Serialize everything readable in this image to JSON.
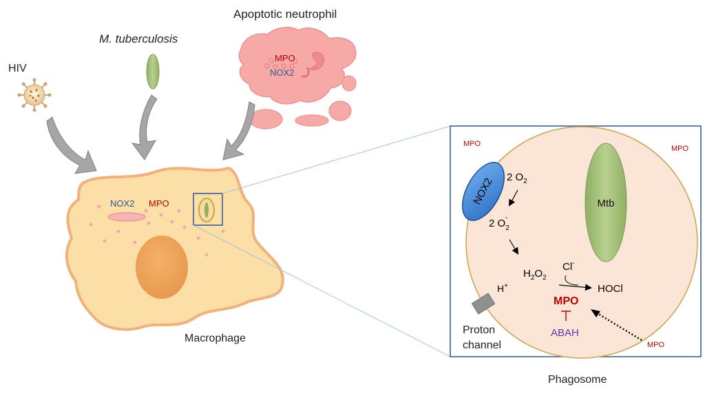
{
  "sources": {
    "hiv": "HIV",
    "mtb": "M. tuberculosis",
    "neutrophil": "Apoptotic neutrophil"
  },
  "neutrophil": {
    "mpo": "MPO",
    "nox2": "NOX2"
  },
  "macrophage": {
    "label": "Macrophage",
    "nox2": "NOX2",
    "mpo": "MPO"
  },
  "phagosome": {
    "label": "Phagosome",
    "mpo_outside_top_left": "MPO",
    "mpo_outside_top_right": "MPO",
    "mpo_outside_bottom": "MPO",
    "nox2": "NOX2",
    "mtb": "Mtb",
    "o2_coef": "2 O",
    "o2_sub": "2",
    "superoxide_coef": "2 O",
    "superoxide_sub": "2",
    "superoxide_sup": "-",
    "h2o2_h": "H",
    "h2o2_sub1": "2",
    "h2o2_o": "O",
    "h2o2_sub2": "2",
    "cl": "Cl",
    "cl_sup": "-",
    "hocl": "HOCl",
    "h_plus": "H",
    "h_plus_sup": "+",
    "mpo_enzyme": "MPO",
    "abah": "ABAH",
    "proton_line1": "Proton",
    "proton_line2": "channel"
  },
  "colors": {
    "mpo_red": "#c00000",
    "nox2_blue": "#2f5597",
    "abah_purple": "#7030a0",
    "cell_fill": "#fbdea5",
    "cell_border": "#f4b183",
    "nucleus": "#f0a85a",
    "neutrophil_fill": "#f7a9a8",
    "phagosome_fill": "#fbe5d6",
    "mtb_green": "#a9c47f",
    "nox2_fill": "#4a90d9",
    "box_border": "#2f5597"
  }
}
